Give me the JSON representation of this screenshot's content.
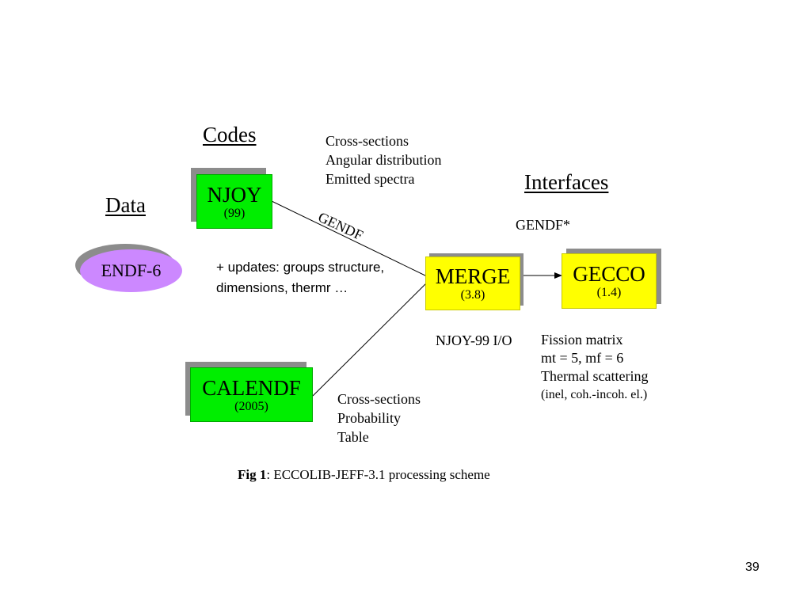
{
  "headings": {
    "data": "Data",
    "codes": "Codes",
    "interfaces": "Interfaces"
  },
  "nodes": {
    "endf": {
      "name": "ENDF-6",
      "color": "#cc88ff"
    },
    "njoy": {
      "name": "NJOY",
      "version": "(99)",
      "color": "#00ee00"
    },
    "calendf": {
      "name": "CALENDF",
      "version": "(2005)",
      "color": "#00ee00"
    },
    "merge": {
      "name": "MERGE",
      "version": "(3.8)",
      "color": "#ffff00"
    },
    "gecco": {
      "name": "GECCO",
      "version": "(1.4)",
      "color": "#ffff00"
    }
  },
  "notes": {
    "njoy_outputs": [
      "Cross-sections",
      "Angular distribution",
      "Emitted spectra"
    ],
    "gendf_link": "GENDF",
    "gendf_star": "GENDF*",
    "updates": [
      "+ updates: groups structure,",
      "dimensions, thermr …"
    ],
    "merge_io": "NJOY-99 I/O",
    "gecco_outputs": [
      "Fission matrix",
      "mt = 5, mf = 6",
      "Thermal scattering",
      "(inel, coh.-incoh. el.)"
    ],
    "calendf_outputs": [
      "Cross-sections",
      "Probability",
      "Table"
    ]
  },
  "caption": {
    "label": "Fig 1",
    "text": ": ECCOLIB-JEFF-3.1 processing scheme"
  },
  "page_number": "39"
}
